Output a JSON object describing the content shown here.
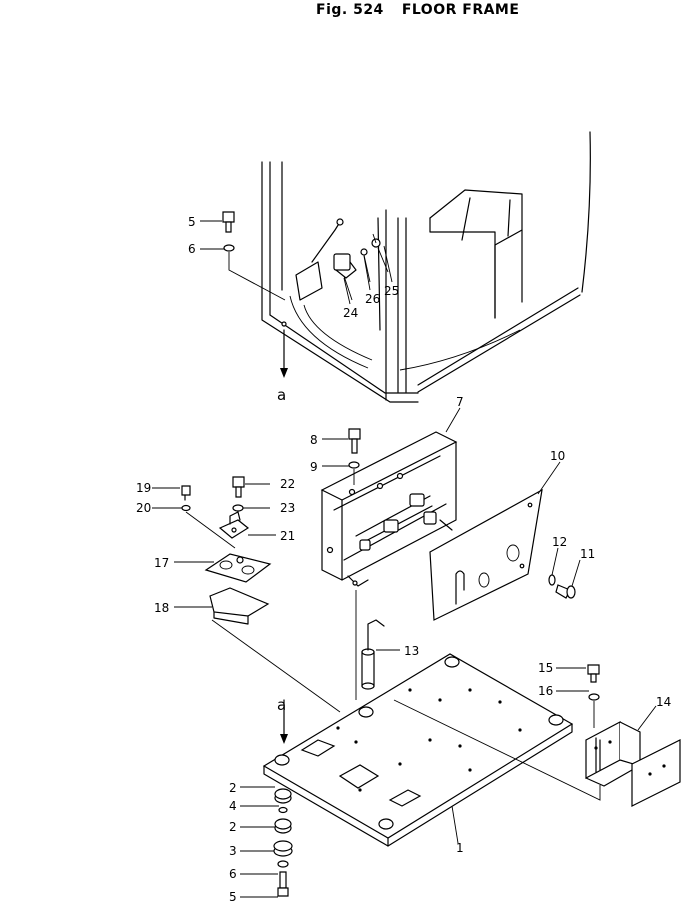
{
  "title": {
    "prefix": "Fig. 524",
    "name": "FLOOR FRAME"
  },
  "reference_marks": [
    "a",
    "a"
  ],
  "callouts": [
    "1",
    "2",
    "2",
    "3",
    "4",
    "5",
    "5",
    "6",
    "6",
    "7",
    "8",
    "9",
    "10",
    "11",
    "12",
    "13",
    "14",
    "15",
    "16",
    "17",
    "18",
    "19",
    "20",
    "21",
    "22",
    "23",
    "24",
    "25",
    "26"
  ]
}
